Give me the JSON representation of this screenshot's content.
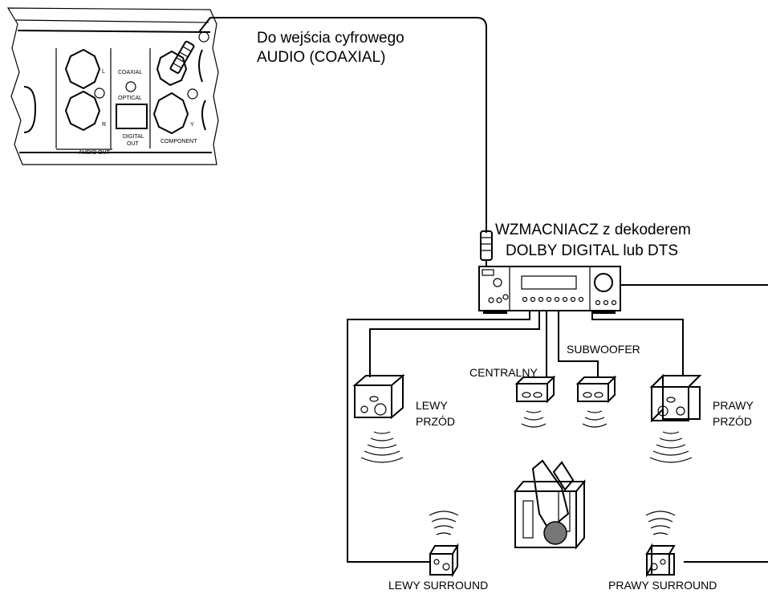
{
  "dvd_panel": {
    "coaxial_label": "COAXIAL",
    "optical_label": "OPTICAL",
    "digital_out_line1": "DIGITAL",
    "digital_out_line2": "OUT",
    "audio_out_label": "AUDIO OUT",
    "component_label": "COMPONENT",
    "left_channel": "L",
    "right_channel": "R",
    "y_label": "Y"
  },
  "connection_note": {
    "line1": "Do wejścia cyfrowego",
    "line2": "AUDIO (COAXIAL)"
  },
  "amplifier": {
    "line1": "WZMACNIACZ z dekoderem",
    "line2": "DOLBY DIGITAL lub DTS"
  },
  "speakers": {
    "subwoofer": "SUBWOOFER",
    "center": "CENTRALNY",
    "front_left_line1": "LEWY",
    "front_left_line2": "PRZÓD",
    "front_right_line1": "PRAWY",
    "front_right_line2": "PRZÓD",
    "surround_left": "LEWY SURROUND",
    "surround_right": "PRAWY SURROUND"
  }
}
